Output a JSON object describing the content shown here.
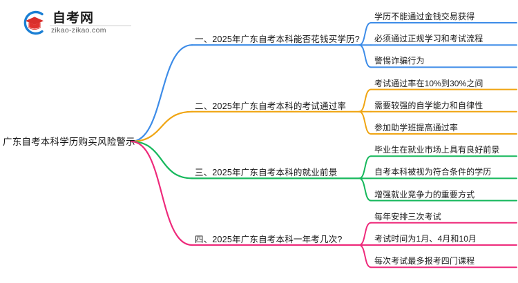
{
  "logo": {
    "name": "自考网",
    "domain": "zikao-zikao.com",
    "mark_icon": "graduation-cap-icon",
    "arc_color": "#1a7fd4",
    "cap_color": "#e0322e"
  },
  "mindmap": {
    "root": {
      "label": "广东自考本科学历购买风险警示"
    },
    "branches": [
      {
        "label": "一、2025年广东自考本科能否花钱买学历?",
        "color": "#3d8ce8",
        "leaves": [
          {
            "label": "学历不能通过金钱交易获得"
          },
          {
            "label": "必须通过正规学习和考试流程"
          },
          {
            "label": "警惕诈骗行为"
          }
        ]
      },
      {
        "label": "二、2025年广东自考本科的考试通过率",
        "color": "#f0a512",
        "leaves": [
          {
            "label": "考试通过率在10%到30%之间"
          },
          {
            "label": "需要较强的自学能力和自律性"
          },
          {
            "label": "参加助学班提高通过率"
          }
        ]
      },
      {
        "label": "三、2025年广东自考本科的就业前景",
        "color": "#16b85c",
        "leaves": [
          {
            "label": "毕业生在就业市场上具有良好前景"
          },
          {
            "label": "自考本科被视为符合条件的学历"
          },
          {
            "label": "增强就业竞争力的重要方式"
          }
        ]
      },
      {
        "label": "四、2025年广东自考本科一年考几次?",
        "color": "#ee2a7b",
        "leaves": [
          {
            "label": "每年安排三次考试"
          },
          {
            "label": "考试时间为1月、4月和10月"
          },
          {
            "label": "每次考试最多报考四门课程"
          }
        ]
      }
    ]
  }
}
